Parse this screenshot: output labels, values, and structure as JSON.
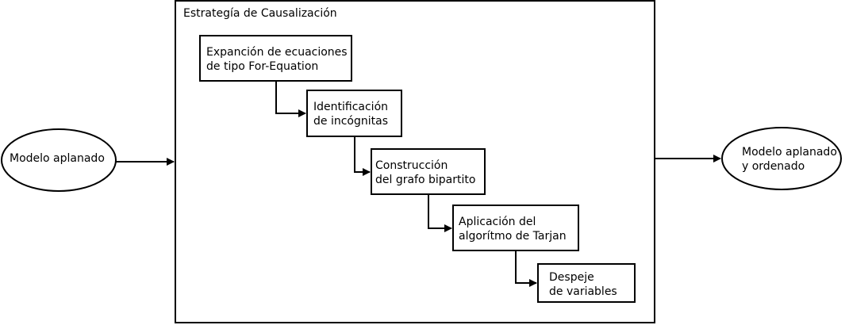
{
  "container": {
    "title": "Estrategía de Causalización"
  },
  "input_node": {
    "label": "Modelo aplanado"
  },
  "output_node": {
    "line1": "Modelo aplanado",
    "line2": "y ordenado"
  },
  "steps": [
    {
      "line1": "Expanción de ecuaciones",
      "line2": "de tipo For-Equation"
    },
    {
      "line1": "Identificación",
      "line2": "de incógnitas"
    },
    {
      "line1": "Construcción",
      "line2": "del grafo bipartito"
    },
    {
      "line1": "Aplicación del",
      "line2": "algorítmo de Tarjan"
    },
    {
      "line1": "Despeje",
      "line2": "de variables"
    }
  ]
}
